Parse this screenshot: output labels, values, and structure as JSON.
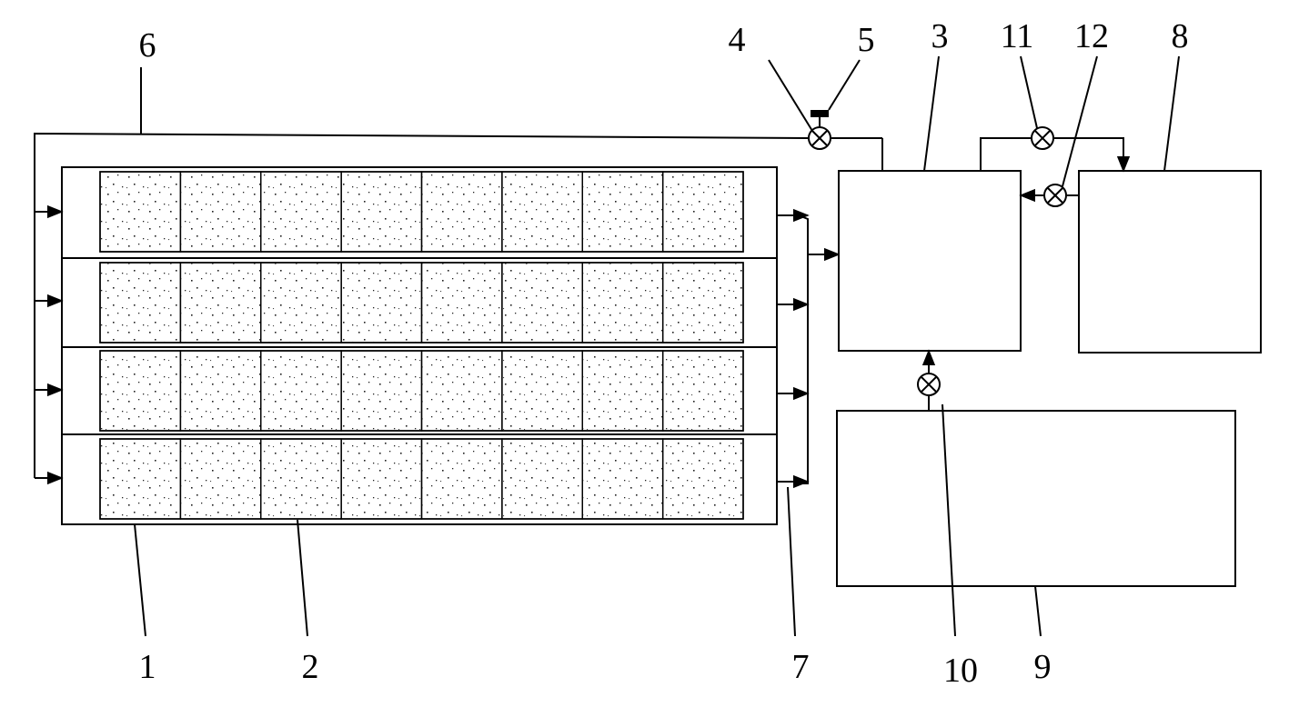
{
  "labels": {
    "n1": "1",
    "n2": "2",
    "n3": "3",
    "n4": "4",
    "n5": "5",
    "n6": "6",
    "n7": "7",
    "n8": "8",
    "n9": "9",
    "n10": "10",
    "n11": "11",
    "n12": "12"
  },
  "panel": {
    "rows": 4,
    "cells_per_row": 8
  }
}
